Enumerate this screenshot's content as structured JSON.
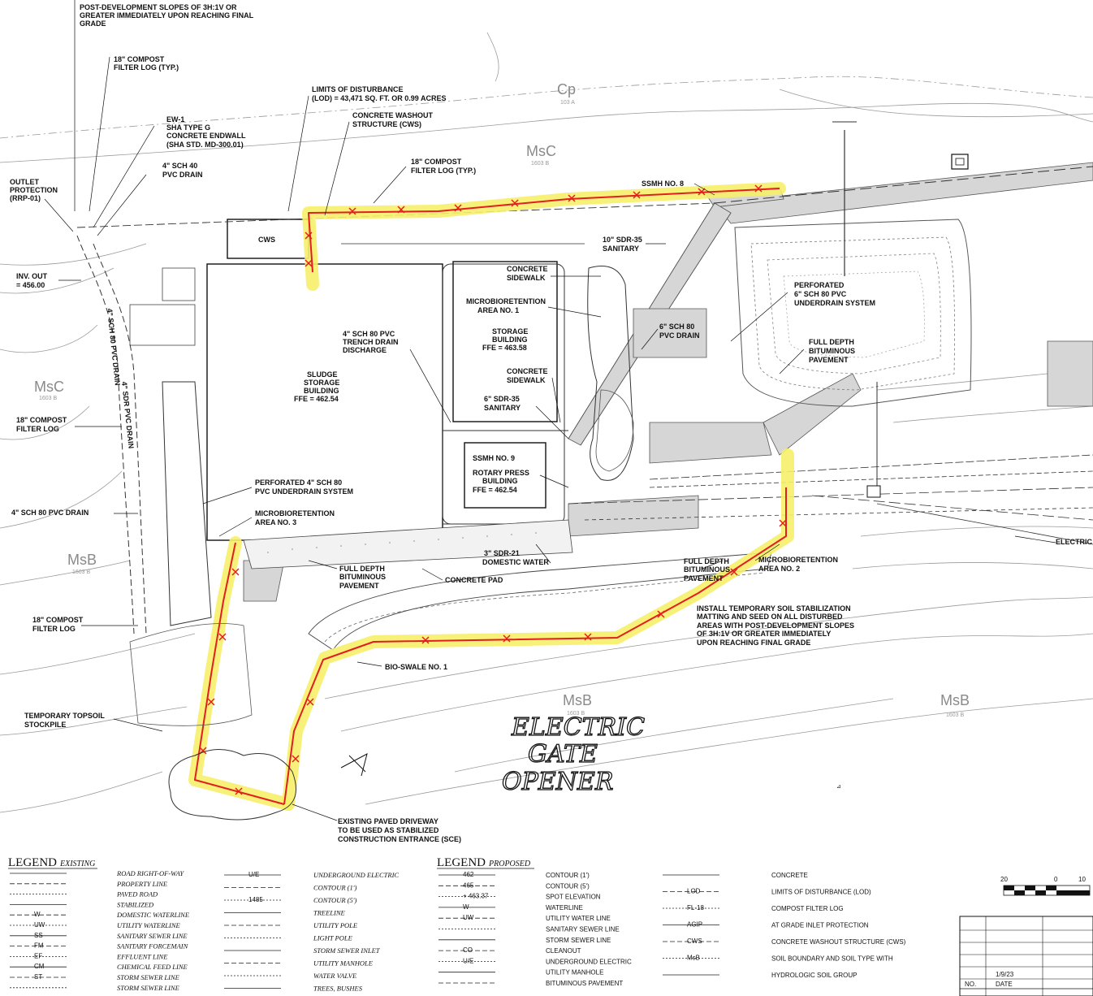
{
  "soil_labels": [
    {
      "code": "Cp",
      "sub": "103 A"
    },
    {
      "code": "MsC",
      "sub": "1603 B"
    },
    {
      "code": "MsC",
      "sub": "1603 B"
    },
    {
      "code": "MsB",
      "sub": "1603 B"
    },
    {
      "code": "MsB",
      "sub": "1603 B"
    },
    {
      "code": "MsB",
      "sub": "1603 B"
    }
  ],
  "callouts": {
    "slopes_top": [
      "POST-DEVELOPMENT SLOPES OF 3H:1V OR",
      "GREATER IMMEDIATELY UPON REACHING FINAL",
      "GRADE"
    ],
    "compost_typ_1": [
      "18\" COMPOST",
      "FILTER LOG (TYP.)"
    ],
    "lod": [
      "LIMITS OF DISTURBANCE",
      "(LOD) = 43,471 SQ. FT. OR 0.99 ACRES"
    ],
    "cws": [
      "CONCRETE WASHOUT",
      "STRUCTURE (CWS)"
    ],
    "ew1": [
      "EW-1",
      "SHA TYPE G",
      "CONCRETE ENDWALL",
      "(SHA STD. MD-300.01)"
    ],
    "pvc_drain_40": [
      "4\" SCH 40",
      "PVC DRAIN"
    ],
    "outlet": [
      "OUTLET",
      "PROTECTION",
      "(RRP-01)"
    ],
    "compost_typ_2": [
      "18\" COMPOST",
      "FILTER LOG (TYP.)"
    ],
    "ssmh8": "SSMH NO. 8",
    "inv_out": [
      "INV. OUT",
      "= 456.00"
    ],
    "sdr35_10": [
      "10\" SDR-35",
      "SANITARY"
    ],
    "conc_sidewalk_1": [
      "CONCRETE",
      "SIDEWALK"
    ],
    "microret_1": [
      "MICROBIORETENTION",
      "AREA NO. 1"
    ],
    "storage_bldg": [
      "STORAGE",
      "BUILDING",
      "FFE = 463.58"
    ],
    "trench_drain": [
      "4\" SCH 80 PVC",
      "TRENCH DRAIN",
      "DISCHARGE"
    ],
    "sludge_bldg": [
      "SLUDGE",
      "STORAGE",
      "BUILDING",
      "FFE = 462.54"
    ],
    "pvc_drain_6": [
      "6\" SCH 80",
      "PVC DRAIN"
    ],
    "perf_underdrain_6": [
      "PERFORATED",
      "6\" SCH 80 PVC",
      "UNDERDRAIN SYSTEM"
    ],
    "full_depth_1": [
      "FULL DEPTH",
      "BITUMINOUS",
      "PAVEMENT"
    ],
    "conc_sidewalk_2": [
      "CONCRETE",
      "SIDEWALK"
    ],
    "sdr35_6": [
      "6\" SDR-35",
      "SANITARY"
    ],
    "compost_left": [
      "18\" COMPOST",
      "FILTER LOG"
    ],
    "ssmh9": "SSMH NO. 9",
    "rotary_bldg": [
      "ROTARY PRESS",
      "BUILDING",
      "FFE = 462.54"
    ],
    "perf_underdrain_4": [
      "PERFORATED 4\" SCH 80",
      "PVC UNDERDRAIN SYSTEM"
    ],
    "pvc_drain_4_80": "4\" SCH 80 PVC DRAIN",
    "microret_3": [
      "MICROBIORETENTION",
      "AREA NO. 3"
    ],
    "full_depth_2": [
      "FULL DEPTH",
      "BITUMINOUS",
      "PAVEMENT"
    ],
    "domestic_water": [
      "3\" SDR-21",
      "DOMESTIC WATER"
    ],
    "full_depth_3": [
      "FULL DEPTH",
      "BITUMINOUS",
      "PAVEMENT"
    ],
    "microret_2": [
      "MICROBIORETENTION",
      "AREA NO. 2"
    ],
    "conc_pad": "CONCRETE PAD",
    "compost_left_2": [
      "18\" COMPOST",
      "FILTER LOG"
    ],
    "install_temp": [
      "INSTALL TEMPORARY SOIL STABILIZATION",
      "MATTING AND SEED ON ALL DISTURBED",
      "AREAS WITH POST-DEVELOPMENT SLOPES",
      "OF 3H:1V OR GREATER IMMEDIATELY",
      "UPON REACHING FINAL GRADE"
    ],
    "bio_swale": "BIO-SWALE NO. 1",
    "topsoil": [
      "TEMPORARY TOPSOIL",
      "STOCKPILE"
    ],
    "driveway": [
      "EXISTING PAVED DRIVEWAY",
      "TO BE USED AS STABILIZED",
      "CONSTRUCTION ENTRANCE (SCE)"
    ],
    "electric": "ELECTRIC",
    "cws_box": "CWS",
    "sch80_vert": "4\" SCH 80 PVC DRAIN",
    "sdr_vert": "4\" SDR PVC DRAIN"
  },
  "handwritten": [
    "ELECTRIC",
    "GATE",
    "OPENER"
  ],
  "legend_existing": {
    "title": "LEGEND",
    "subtitle": "EXISTING",
    "col1": [
      "ROAD RIGHT-OF-WAY",
      "PROPERTY LINE",
      "PAVED ROAD",
      "STABILIZED",
      "DOMESTIC WATERLINE",
      "UTILITY WATERLINE",
      "SANITARY SEWER LINE",
      "SANITARY FORCEMAIN",
      "EFFLUENT LINE",
      "CHEMICAL FEED LINE",
      "STORM SEWER LINE",
      "STORM SEWER LINE"
    ],
    "col1_keys": [
      "",
      "",
      "",
      "",
      "W",
      "UW",
      "SS",
      "FM",
      "EF",
      "CM",
      "ST",
      ""
    ],
    "col2": [
      "UNDERGROUND ELECTRIC",
      "CONTOUR (1')",
      "CONTOUR (5')",
      "TREELINE",
      "UTILITY POLE",
      "LIGHT POLE",
      "STORM SEWER INLET",
      "UTILITY MANHOLE",
      "WATER VALVE",
      "TREES, BUSHES"
    ],
    "col2_keys": [
      "U/E",
      "",
      "1485",
      "",
      "",
      "",
      "",
      "",
      "",
      ""
    ]
  },
  "legend_proposed": {
    "title": "LEGEND",
    "subtitle": "PROPOSED",
    "col1": [
      "CONTOUR (1')",
      "CONTOUR (5')",
      "SPOT ELEVATION",
      "WATERLINE",
      "UTILITY WATER LINE",
      "SANITARY SEWER LINE",
      "STORM SEWER LINE",
      "CLEANOUT",
      "UNDERGROUND ELECTRIC",
      "UTILITY MANHOLE",
      "BITUMINOUS PAVEMENT"
    ],
    "col1_keys": [
      "462",
      "465",
      "+ 463.37",
      "W",
      "UW",
      "",
      "",
      "CO",
      "U/E",
      "",
      ""
    ],
    "col2": [
      "CONCRETE",
      "LIMITS OF DISTURBANCE (LOD)",
      "COMPOST FILTER LOG",
      "AT GRADE INLET PROTECTION",
      "CONCRETE WASHOUT STRUCTURE (CWS)",
      "SOIL BOUNDARY AND SOIL TYPE WITH",
      "HYDROLOGIC SOIL GROUP"
    ],
    "col2_keys": [
      "",
      "LOD",
      "FL-18",
      "AGIP",
      "CWS",
      "MsB",
      ""
    ]
  },
  "scale": {
    "labels": [
      "20",
      "0",
      "10"
    ]
  },
  "revision_table": {
    "date": "1/9/23",
    "col_no": "NO.",
    "col_date": "DATE"
  },
  "colors": {
    "highlight": "#f6ef6a",
    "silt_fence": "#e02020",
    "pavement": "#d6d6d6",
    "contour": "#9a9a9a"
  }
}
